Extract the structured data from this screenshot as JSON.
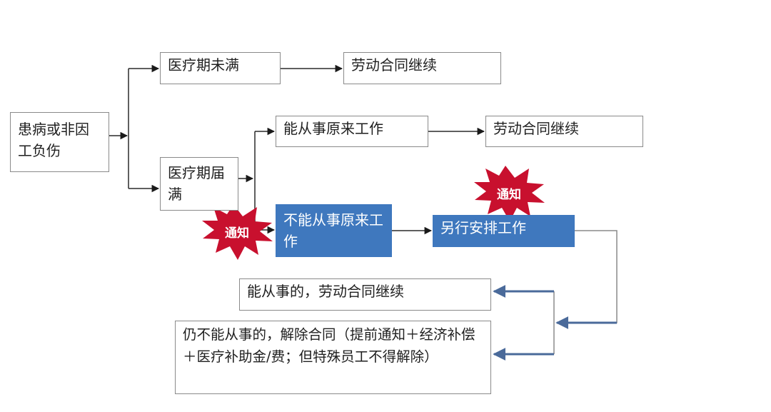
{
  "nodes": {
    "cause": "患病或非因工负伤",
    "period_not_full": "医疗期未满",
    "contract_continue_1": "劳动合同继续",
    "period_full": "医疗期届满",
    "can_do_original": "能从事原来工作",
    "contract_continue_2": "劳动合同继续",
    "cannot_do_original": "不能从事原来工作",
    "reassign": "另行安排工作",
    "can_do_continue": "能从事的，劳动合同继续",
    "still_cannot": "仍不能从事的，解除合同（提前通知＋经济补偿＋医疗补助金/费；但特殊员工不得解除）"
  },
  "bursts": {
    "notice_left": "通知",
    "notice_right": "通知"
  },
  "colors": {
    "accent_blue": "#3f78be",
    "burst_red": "#c8102e",
    "line": "#2a2a2a",
    "return_arrow": "#4a6a9a"
  }
}
